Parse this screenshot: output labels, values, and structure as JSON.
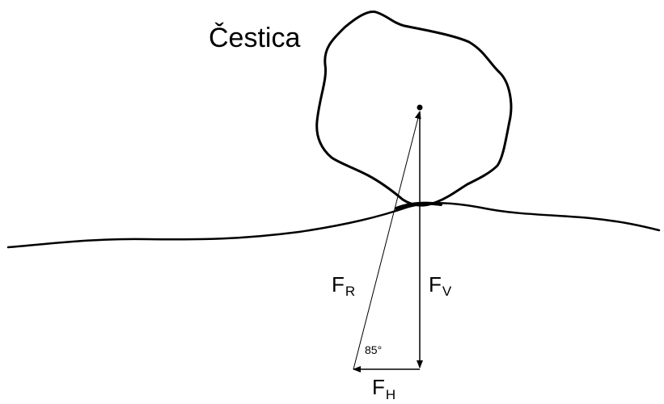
{
  "diagram": {
    "particle_label": "Čestica",
    "forces": {
      "resultant": {
        "symbol": "F",
        "subscript": "R"
      },
      "vertical": {
        "symbol": "F",
        "subscript": "V"
      },
      "horizontal": {
        "symbol": "F",
        "subscript": "H"
      }
    },
    "angle_label": "85°",
    "colors": {
      "stroke": "#000000",
      "background": "#ffffff"
    }
  }
}
